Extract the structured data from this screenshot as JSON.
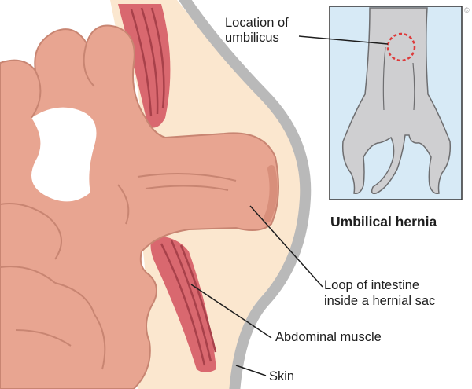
{
  "colors": {
    "background": "#ffffff",
    "skin_outline": "#b9b9b9",
    "fat_layer": "#fbe7cf",
    "muscle": "#d9686f",
    "muscle_fiber": "#a8414a",
    "intestine_fill": "#e8a591",
    "intestine_outline": "#c88572",
    "inset_background": "#d7eaf6",
    "inset_border": "#333333",
    "cat_fill": "#cfcfd1",
    "cat_outline": "#6e6e70",
    "umbilicus_marker": "#dd3a3a",
    "leader_line": "#1e1e1e"
  },
  "labels": {
    "umbilicus": [
      "Location of",
      "umbilicus"
    ],
    "intestine_loop": [
      "Loop of intestine",
      "inside a hernial sac"
    ],
    "muscle": "Abdominal muscle",
    "skin": "Skin"
  },
  "inset": {
    "title": "Umbilical hernia",
    "corner_mark": "©"
  },
  "icons": {
    "marker": "dashed-circle-icon"
  }
}
